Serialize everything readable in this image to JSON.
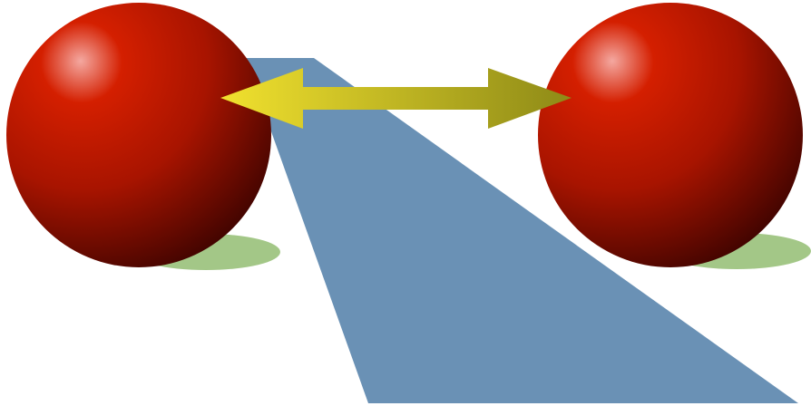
{
  "scene": {
    "colors": {
      "background": "#ffffff",
      "band": "#6a91b5",
      "shadow": "#a3c787",
      "sphere_highlight": "#f4a8a0",
      "sphere_mid": "#d41f00",
      "sphere_dark": "#3b0300",
      "arrow_light": "#f1e12e",
      "arrow_dark": "#8e8a17"
    },
    "elements": {
      "band": "blue-perspective-band",
      "spheres": [
        "left-red-sphere",
        "right-red-sphere"
      ],
      "shadows": [
        "left-sphere-shadow",
        "right-sphere-shadow"
      ],
      "arrow": "double-headed-arrow"
    }
  }
}
